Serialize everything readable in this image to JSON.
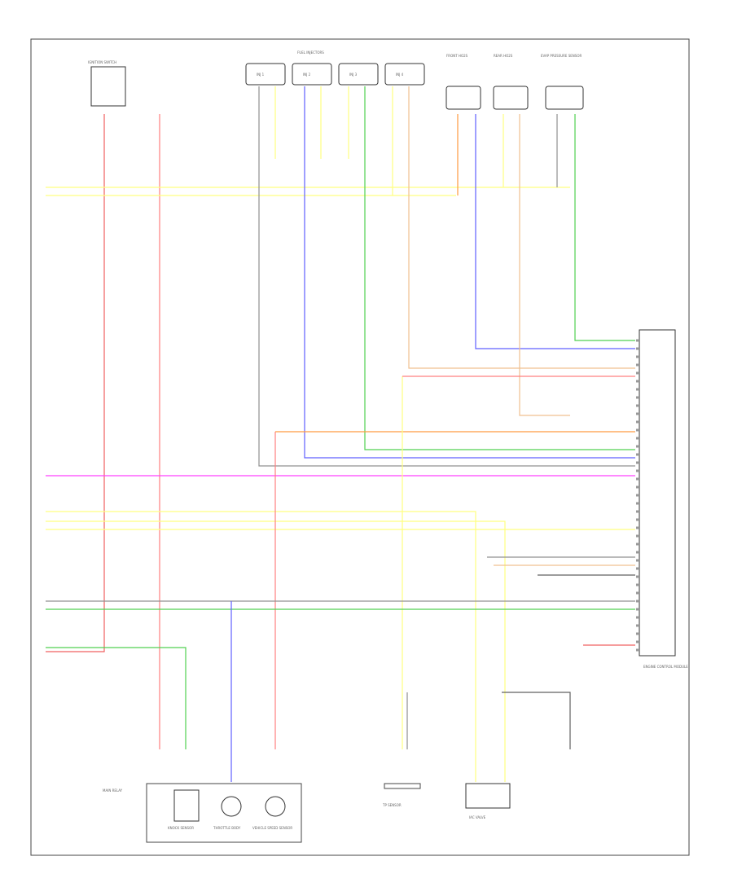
{
  "diagram": {
    "title": "FUEL INJECTORS",
    "page_mark": "",
    "wire_colors": {
      "red": "#f06060",
      "pink": "#ff8080",
      "yellow": "#ffff80",
      "blue": "#6060ff",
      "green": "#50d050",
      "orange": "#ff9a40",
      "gray": "#909090",
      "magenta": "#ff40ff",
      "tan": "#f0c090",
      "dark": "#606060",
      "lightgreen": "#a0e0a0"
    },
    "components": {
      "ignition_sw": "IGNITION SWITCH",
      "injector_1": "INJ 1",
      "injector_2": "INJ 2",
      "injector_3": "INJ 3",
      "injector_4": "INJ 4",
      "front_sensor": "FRONT HO2S",
      "rear_sensor": "REAR HO2S",
      "evap_sensor": "EVAP PRESSURE SENSOR",
      "ecm": "ENGINE CONTROL MODULE",
      "knock_sensor": "KNOCK SENSOR",
      "throttle_body": "THROTTLE BODY",
      "speed_sensor": "VEHICLE SPEED SENSOR",
      "tps": "TP SENSOR",
      "iac": "IAC VALVE",
      "pcm_relay": "MAIN RELAY"
    }
  }
}
